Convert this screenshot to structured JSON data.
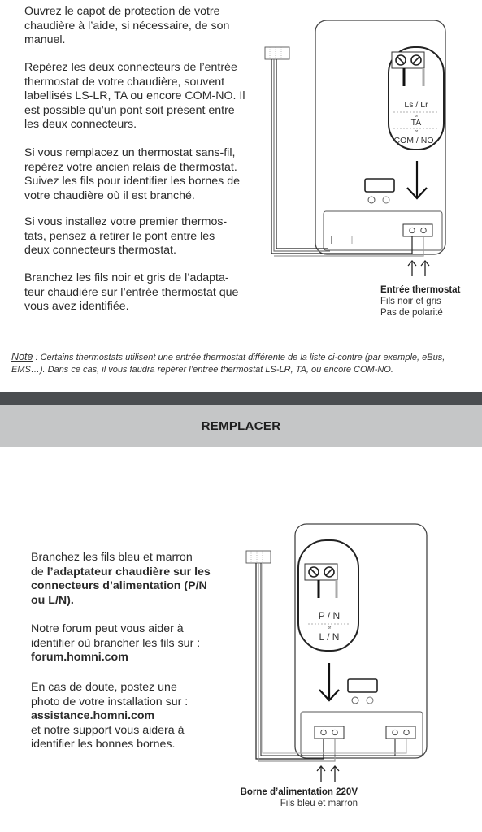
{
  "section1": {
    "paragraphs": [
      "Ouvrez le capot de protection de votre chaudière à l’aide, si nécessaire, de son manuel.",
      "Repérez les deux connecteurs de l’entrée thermostat de votre chaudière, souvent labellisés LS-LR, TA ou encore COM-NO. Il est possible qu’un pont soit présent entre les deux connecteurs.",
      "Si vous remplacez un thermostat sans-fil, repérez votre ancien relais de thermostat. Suivez les fils pour identifier les bornes de votre chaudière où il est branché.",
      "Si vous installez votre premier thermos-tats, pensez à retirer le pont entre les deux connecteurs thermostat.",
      "Branchez les fils noir et gris de l’adapta-teur chaudière sur l’entrée thermostat que vous avez identifiée."
    ],
    "diagram": {
      "label_ls_lr": "Ls / Lr",
      "or1": "or",
      "label_ta": "TA",
      "or2": "or",
      "label_com_no": "COM / NO",
      "caption_title": "Entrée thermostat",
      "caption_line1": "Fils noir et gris",
      "caption_line2": "Pas de polarité"
    }
  },
  "note": {
    "label": "Note",
    "text": " : Certains thermostats utilisent une entrée thermostat différente de la liste ci-contre (par exemple, eBus, EMS…). Dans ce cas, il vous faudra repérer l’entrée thermostat LS-LR, TA, ou encore COM-NO."
  },
  "band": {
    "title": "REMPLACER"
  },
  "section2": {
    "p1_normal_a": "Branchez les fils bleu et marron",
    "p1_normal_b": "de ",
    "p1_bold": "l’adaptateur chaudière sur les connecteurs d’alimentation (P/N ou L/N).",
    "p2_normal": "Notre forum peut vous aider à identifier où brancher les fils sur : ",
    "p2_link": "forum.homni.com",
    "p3_normal": "En cas de doute, postez une photo de votre installation sur :",
    "p3_link": "assistance.homni.com",
    "p3_tail": "et notre support vous aidera à identifier les bonnes bornes.",
    "diagram": {
      "label_pn": "P / N",
      "or": "or",
      "label_ln": "L / N",
      "caption_title": "Borne d’alimentation 220V",
      "caption_line1": "Fils bleu et marron"
    }
  }
}
